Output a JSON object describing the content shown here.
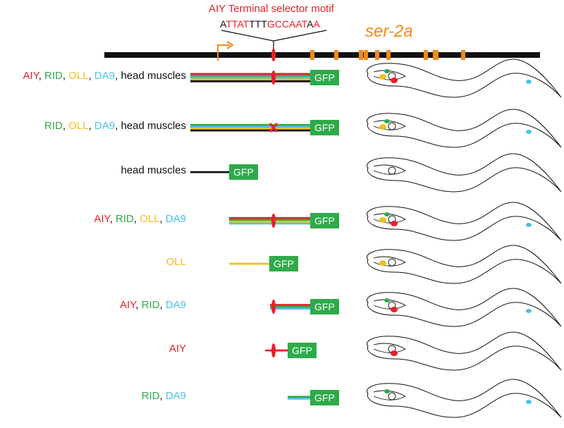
{
  "header": {
    "motif_title": "AIY Terminal selector motif",
    "gene_name": "ser-2a",
    "sequence": [
      {
        "t": "A",
        "c": "black"
      },
      {
        "t": "TTAT",
        "c": "red"
      },
      {
        "t": "TTT",
        "c": "black"
      },
      {
        "t": "GCCAAT",
        "c": "red"
      },
      {
        "t": "A",
        "c": "black"
      },
      {
        "t": "A",
        "c": "red"
      }
    ]
  },
  "colors": {
    "AIY": "#e8202a",
    "RID": "#2eaa4a",
    "OLL": "#f2c01e",
    "DA9": "#4cc3e6",
    "muscles": "#111111",
    "gene": "#f08a1c",
    "gfp": "#2eaa4a"
  },
  "gfp_label": "GFP",
  "rows": [
    {
      "labels": [
        {
          "t": "AIY",
          "c": "AIY"
        },
        {
          "t": ", ",
          "c": "muscles"
        },
        {
          "t": "RID",
          "c": "RID"
        },
        {
          "t": ", ",
          "c": "muscles"
        },
        {
          "t": "OLL",
          "c": "OLL"
        },
        {
          "t": ", ",
          "c": "muscles"
        },
        {
          "t": "DA9",
          "c": "DA9"
        },
        {
          "t": ", head muscles",
          "c": "muscles"
        }
      ],
      "lines": [
        "AIY",
        "RID",
        "DA9",
        "OLL",
        "muscles"
      ],
      "start": 270,
      "end": 440,
      "motif": "intact",
      "cells": [
        "RID",
        "OLL",
        "AIY",
        "DA9"
      ]
    },
    {
      "labels": [
        {
          "t": "RID",
          "c": "RID"
        },
        {
          "t": ", ",
          "c": "muscles"
        },
        {
          "t": "OLL",
          "c": "OLL"
        },
        {
          "t": ", ",
          "c": "muscles"
        },
        {
          "t": "DA9",
          "c": "DA9"
        },
        {
          "t": ", head muscles",
          "c": "muscles"
        }
      ],
      "lines": [
        "RID",
        "DA9",
        "OLL",
        "muscles"
      ],
      "start": 270,
      "end": 440,
      "motif": "mutated",
      "cells": [
        "RID",
        "OLL",
        "DA9"
      ]
    },
    {
      "labels": [
        {
          "t": "head muscles",
          "c": "muscles"
        }
      ],
      "lines": [
        "muscles"
      ],
      "start": 270,
      "end": 325,
      "motif": "none",
      "cells": []
    },
    {
      "labels": [
        {
          "t": "AIY",
          "c": "AIY"
        },
        {
          "t": ", ",
          "c": "muscles"
        },
        {
          "t": "RID",
          "c": "RID"
        },
        {
          "t": ", ",
          "c": "muscles"
        },
        {
          "t": "OLL",
          "c": "OLL"
        },
        {
          "t": ", ",
          "c": "muscles"
        },
        {
          "t": "DA9",
          "c": "DA9"
        }
      ],
      "lines": [
        "AIY",
        "RID",
        "OLL",
        "DA9"
      ],
      "start": 325,
      "end": 440,
      "motif": "intact",
      "cells": [
        "RID",
        "OLL",
        "AIY",
        "DA9"
      ]
    },
    {
      "labels": [
        {
          "t": "OLL",
          "c": "OLL"
        }
      ],
      "lines": [
        "OLL"
      ],
      "start": 325,
      "end": 382,
      "motif": "none",
      "cells": [
        "OLL"
      ]
    },
    {
      "labels": [
        {
          "t": "AIY",
          "c": "AIY"
        },
        {
          "t": ", ",
          "c": "muscles"
        },
        {
          "t": "RID",
          "c": "RID"
        },
        {
          "t": ", ",
          "c": "muscles"
        },
        {
          "t": "DA9",
          "c": "DA9"
        }
      ],
      "lines": [
        "AIY",
        "RID",
        "DA9"
      ],
      "start": 383,
      "end": 440,
      "motif": "intact",
      "cells": [
        "RID",
        "AIY",
        "DA9"
      ]
    },
    {
      "labels": [
        {
          "t": "AIY",
          "c": "AIY"
        }
      ],
      "lines": [
        "AIY"
      ],
      "start": 383,
      "end": 408,
      "motif": "intact",
      "cells": [
        "AIY"
      ]
    },
    {
      "labels": [
        {
          "t": "RID",
          "c": "RID"
        },
        {
          "t": ", ",
          "c": "muscles"
        },
        {
          "t": "DA9",
          "c": "DA9"
        }
      ],
      "lines": [
        "RID",
        "DA9"
      ],
      "start": 408,
      "end": 440,
      "motif": "none",
      "cells": [
        "RID",
        "DA9"
      ]
    }
  ]
}
